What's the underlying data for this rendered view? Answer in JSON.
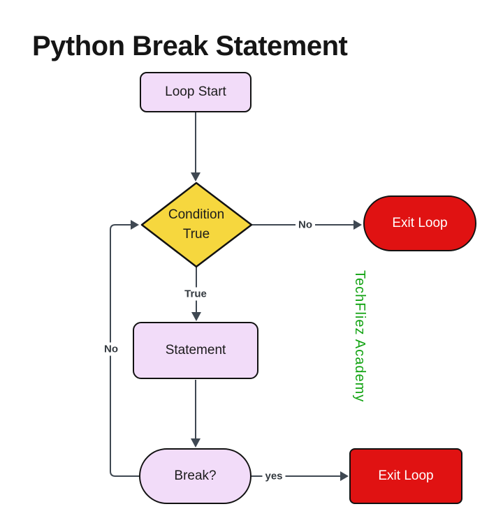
{
  "title": "Python Break Statement",
  "watermark": "TechFliez Academy",
  "colors": {
    "title_text": "#151515",
    "node_lavender": "#F2DCF9",
    "node_yellow": "#F6D73E",
    "node_red": "#E01212",
    "node_border": "#121212",
    "node_text": "#1C1C1C",
    "node_text_light": "#FFFFFF",
    "edge": "#3F4852",
    "edge_label": "#33393F",
    "watermark_green": "#12A312"
  },
  "nodes": {
    "loop_start": {
      "label": "Loop Start"
    },
    "condition": {
      "line1": "Condition",
      "line2": "True"
    },
    "exit_top": {
      "label": "Exit Loop"
    },
    "statement": {
      "label": "Statement"
    },
    "break_check": {
      "label": "Break?"
    },
    "exit_bottom": {
      "label": "Exit Loop"
    }
  },
  "edges": {
    "loop_start_to_condition": {
      "label": ""
    },
    "condition_no": {
      "label": "No",
      "from": "condition",
      "to": "exit_top"
    },
    "condition_true": {
      "label": "True",
      "from": "condition",
      "to": "statement"
    },
    "statement_to_break": {
      "label": ""
    },
    "break_yes": {
      "label": "yes",
      "from": "break_check",
      "to": "exit_bottom"
    },
    "loop_back_no": {
      "label": "No",
      "from": "break_check",
      "to": "condition"
    }
  }
}
